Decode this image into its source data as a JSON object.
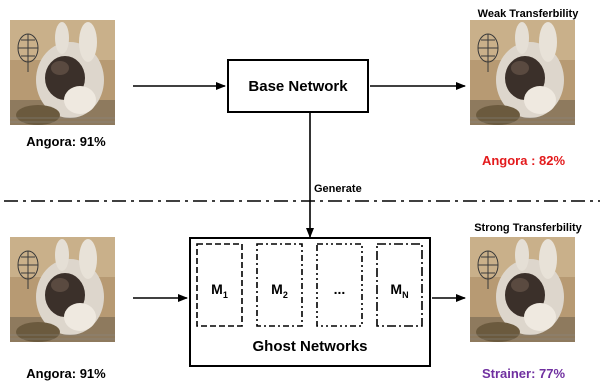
{
  "top": {
    "input_caption": "Angora: 91%",
    "network_label": "Base Network",
    "output_heading": "Weak Transferbility",
    "output_caption": "Angora : 82%",
    "output_caption_color": "#e31a1c"
  },
  "middle": {
    "generate_label": "Generate"
  },
  "bottom": {
    "input_caption": "Angora: 91%",
    "models": [
      {
        "base": "M",
        "sub": "1"
      },
      {
        "base": "M",
        "sub": "2"
      },
      {
        "base": "...",
        "sub": ""
      },
      {
        "base": "M",
        "sub": "N"
      }
    ],
    "ensemble_label": "Ghost Networks",
    "output_heading": "Strong Transferbility",
    "output_caption": "Strainer: 77%",
    "output_caption_color": "#7030a0"
  },
  "icons": {
    "photo": "angora-rabbit-photo"
  }
}
